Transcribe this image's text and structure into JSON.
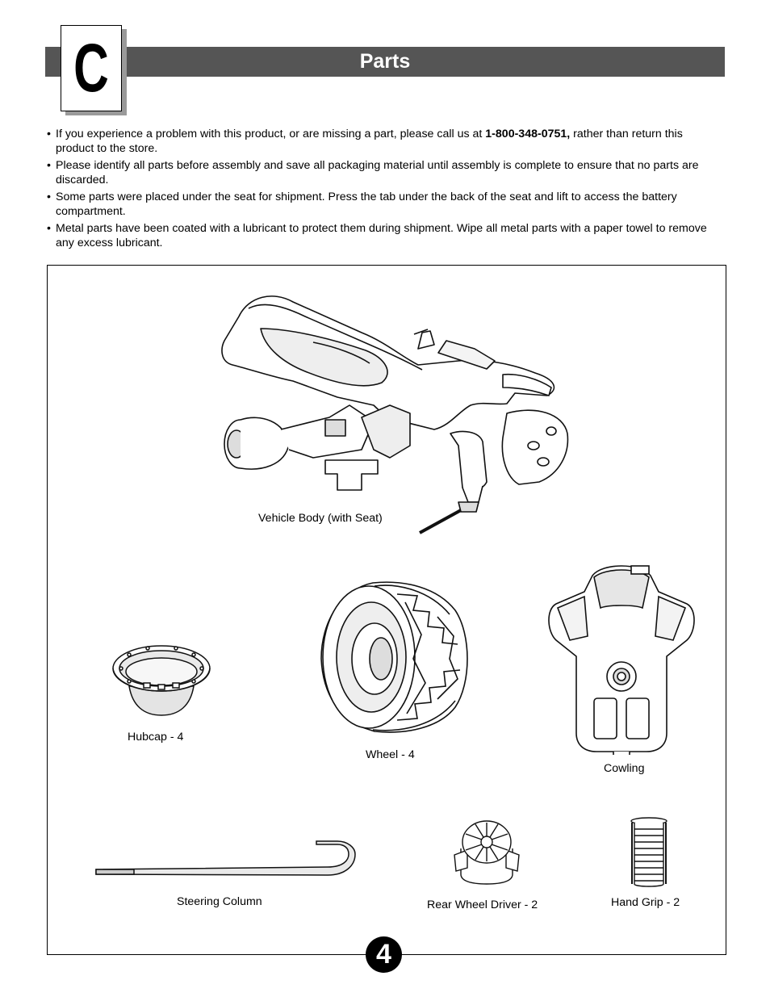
{
  "header": {
    "section_letter": "C",
    "title": "Parts"
  },
  "bullets": [
    {
      "before": "If you experience a problem with this product, or are missing a part, please call us at ",
      "phone": "1-800-348-0751,",
      "after": " rather than return this product to the store."
    },
    {
      "text": "Please identify all parts before assembly and save all packaging material until assembly is complete to ensure that no parts are discarded."
    },
    {
      "text": "Some parts were placed under the seat for shipment. Press the tab under the back of the seat and lift to access the battery compartment."
    },
    {
      "text": "Metal parts have been coated with a lubricant to protect them during shipment. Wipe all metal parts with a paper towel to remove any excess lubricant."
    }
  ],
  "parts": {
    "vehicle_body": "Vehicle Body (with Seat)",
    "hubcap": "Hubcap - 4",
    "wheel": "Wheel - 4",
    "cowling": "Cowling",
    "steering_column": "Steering Column",
    "rear_wheel_driver": "Rear Wheel Driver - 2",
    "hand_grip": "Hand Grip - 2"
  },
  "page_number": "4"
}
